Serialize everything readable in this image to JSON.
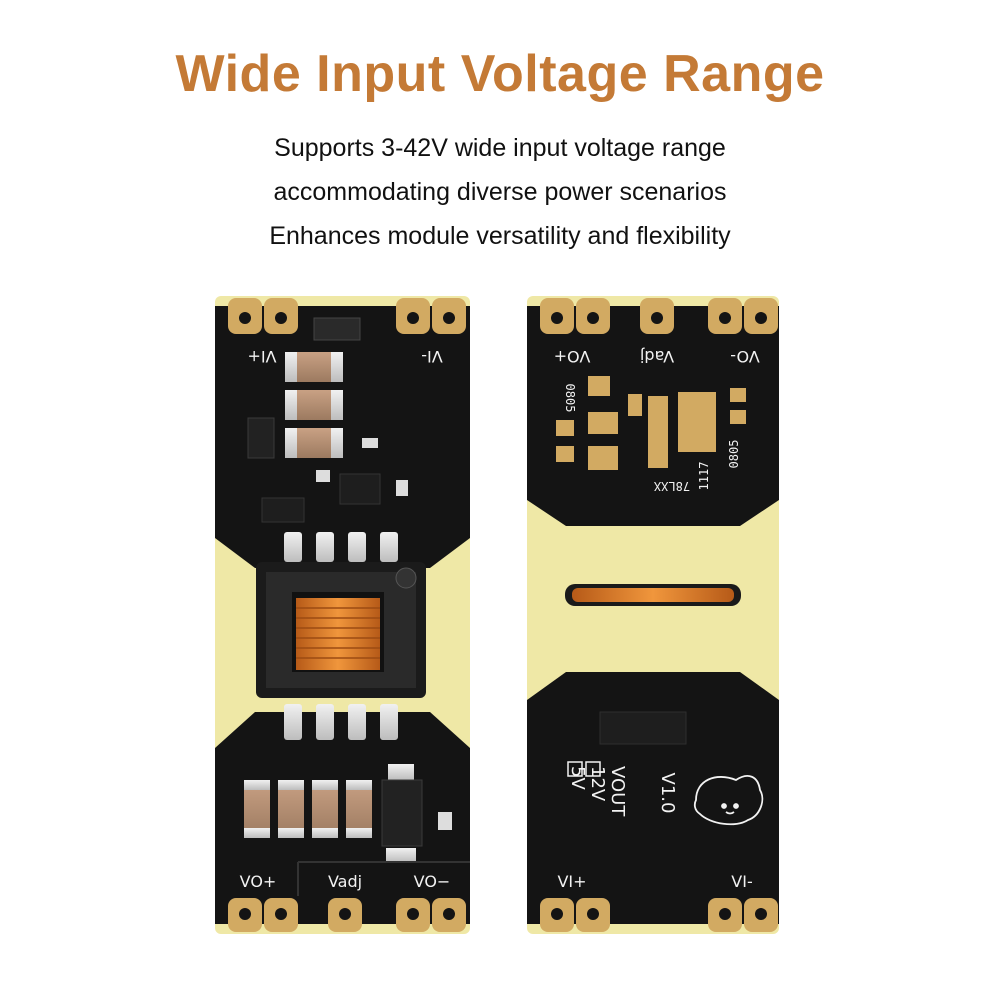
{
  "headline": "Wide Input Voltage Range",
  "lines": [
    "Supports 3-42V wide input voltage range",
    "accommodating diverse power scenarios",
    "Enhances module versatility and flexibility"
  ],
  "colors": {
    "headline": "#c47a36",
    "pcb_black": "#141414",
    "pcb_yellow": "#efe8a6",
    "gold_pad": "#d2aa62",
    "copper": "#d4772a"
  },
  "front_board": {
    "top_labels": {
      "vi_plus": "VI+",
      "vi_minus": "VI-"
    },
    "bottom_labels": {
      "vo_plus": "VO+",
      "vadj": "Vadj",
      "vo_minus": "VO−"
    }
  },
  "back_board": {
    "top_labels": {
      "vo_plus": "VO+",
      "vadj": "Vadj",
      "vo_minus": "VO-"
    },
    "footprints": {
      "left_0805": "0805",
      "right_0805": "0805",
      "reg_1117": "1117",
      "reg_78lxx": "78LXX"
    },
    "bottom_labels": {
      "vi_plus": "VI+",
      "vi_minus": "VI-"
    },
    "version": "V1.0",
    "vout_title": "VOUT",
    "vout_12v": "12V",
    "vout_5v": "5V"
  }
}
